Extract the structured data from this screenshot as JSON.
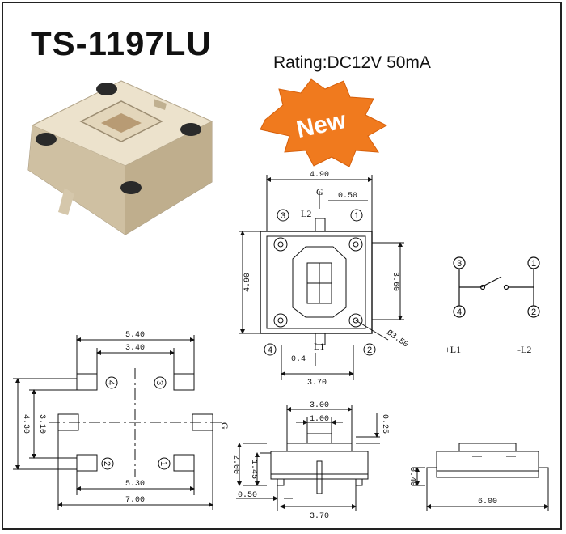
{
  "title": "TS-1197LU",
  "rating": "Rating:DC12V 50mA",
  "badge": "New",
  "top_view": {
    "width": "4.90",
    "height": "4.90",
    "offset": "0.50",
    "pin_span": "3.60",
    "diameter": "Ø3.50",
    "l1_offset": "0.4",
    "pin_pitch": "3.70",
    "label_l1": "L1",
    "label_l2": "L2",
    "center_mark": "G",
    "pins": [
      "1",
      "2",
      "3",
      "4"
    ]
  },
  "schematic": {
    "pins": [
      "1",
      "2",
      "3",
      "4"
    ],
    "plus_label": "+L1",
    "minus_label": "-L2"
  },
  "footprint": {
    "outer_width": "5.40",
    "inner_width": "3.40",
    "outer_height": "4.30",
    "inner_height": "3.10",
    "bottom_span": "5.30",
    "total_width": "7.00",
    "center_mark": "G",
    "pins": [
      "1",
      "2",
      "3",
      "4"
    ]
  },
  "side_view": {
    "top_width": "3.00",
    "cap_width": "1.00",
    "cap_height": "0.25",
    "height": "2.00",
    "body_height": "1.45",
    "lead": "0.50",
    "pitch": "3.70"
  },
  "end_view": {
    "lead_height": "0.40",
    "width": "6.00"
  }
}
